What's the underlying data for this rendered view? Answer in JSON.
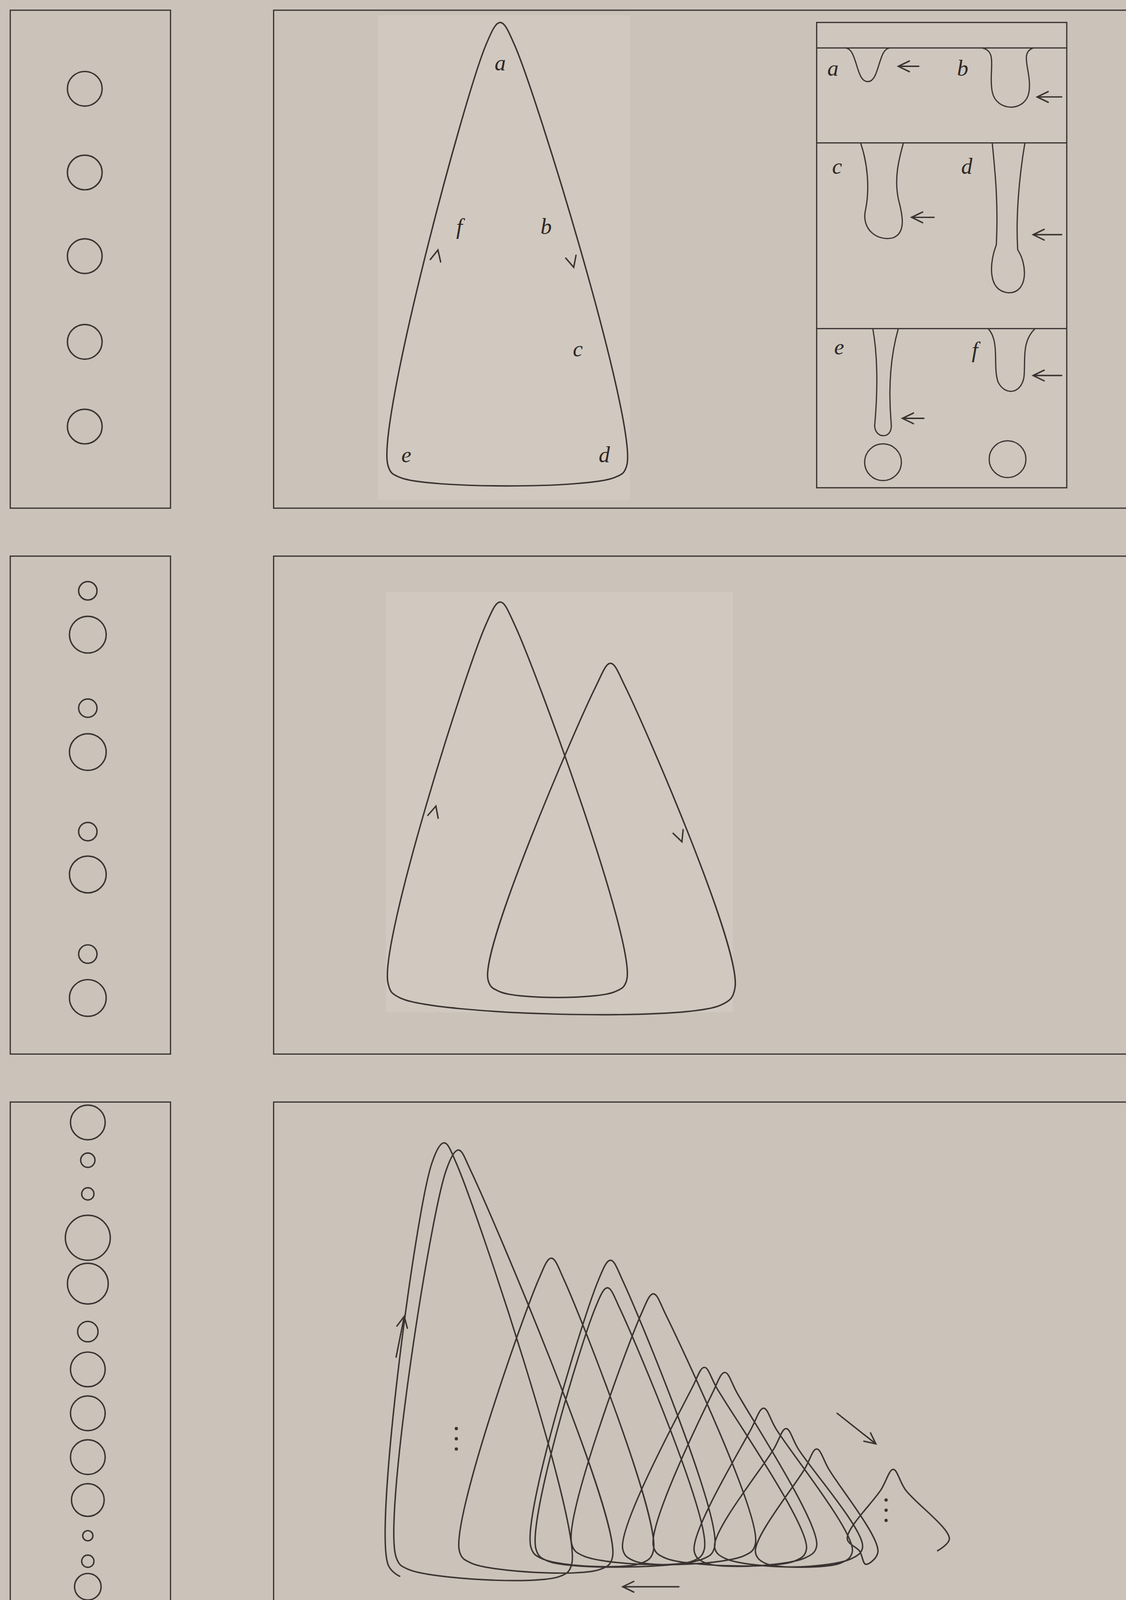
{
  "diagram": {
    "labels": [
      "a",
      "f",
      "b",
      "c",
      "e",
      "d",
      "a",
      "b",
      "c",
      "d",
      "e",
      "f"
    ]
  }
}
